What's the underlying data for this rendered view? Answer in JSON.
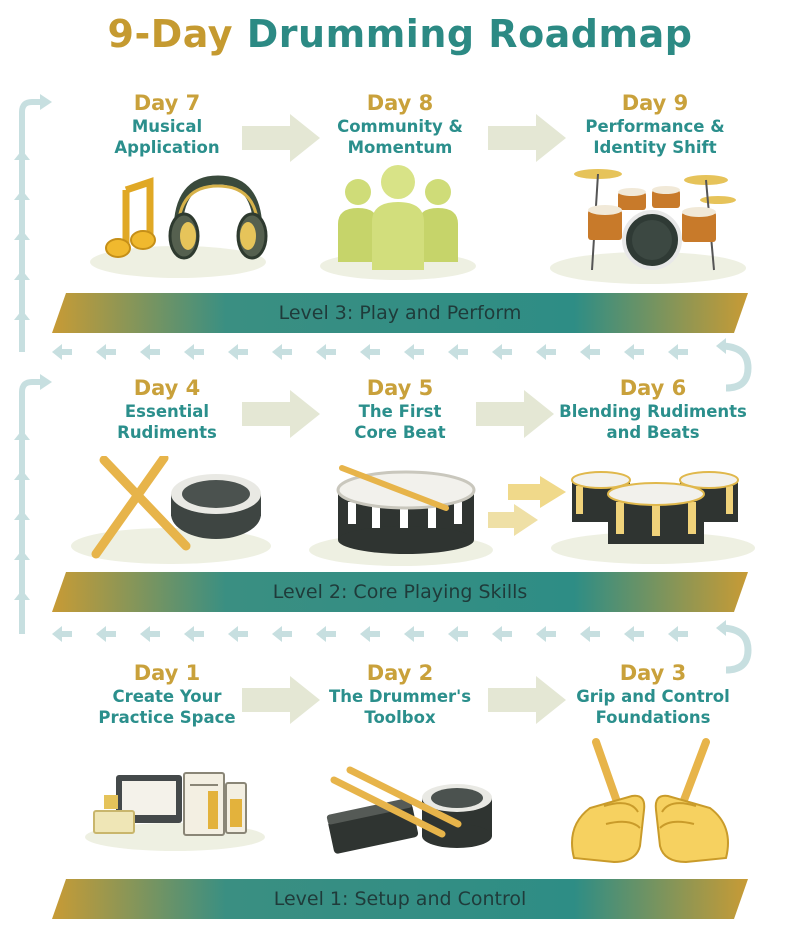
{
  "title": {
    "part1": "9-Day",
    "part2": "Drumming Roadmap"
  },
  "colors": {
    "gold": "#c9a13b",
    "teal": "#2b8f8c",
    "banner_gold": "#c89b35",
    "banner_teal": "#2e8d85",
    "flow_arrow": "#c7dfe0",
    "chevron": "#e4e7d4"
  },
  "levels": [
    {
      "label": "Level 3: Play and Perform"
    },
    {
      "label": "Level 2: Core Playing Skills"
    },
    {
      "label": "Level 1: Setup and Control"
    }
  ],
  "days": [
    {
      "day": "Day 1",
      "title_line1": "Create Your",
      "title_line2": "Practice Space",
      "icon": "practice-space-icon"
    },
    {
      "day": "Day 2",
      "title_line1": "The Drummer's",
      "title_line2": "Toolbox",
      "icon": "practice-pad-sticks-icon"
    },
    {
      "day": "Day 3",
      "title_line1": "Grip and Control",
      "title_line2": "Foundations",
      "icon": "hands-holding-sticks-icon"
    },
    {
      "day": "Day 4",
      "title_line1": "Essential",
      "title_line2": "Rudiments",
      "icon": "crossed-sticks-pad-icon"
    },
    {
      "day": "Day 5",
      "title_line1": "The First",
      "title_line2": "Core Beat",
      "icon": "snare-drum-icon"
    },
    {
      "day": "Day 6",
      "title_line1": "Blending Rudiments",
      "title_line2": "and Beats",
      "icon": "drum-set-toms-icon"
    },
    {
      "day": "Day 7",
      "title_line1": "Musical",
      "title_line2": "Application",
      "icon": "music-note-headphones-icon"
    },
    {
      "day": "Day 8",
      "title_line1": "Community &",
      "title_line2": "Momentum",
      "icon": "people-group-icon"
    },
    {
      "day": "Day 9",
      "title_line1": "Performance &",
      "title_line2": "Identity Shift",
      "icon": "full-drum-kit-icon"
    }
  ]
}
